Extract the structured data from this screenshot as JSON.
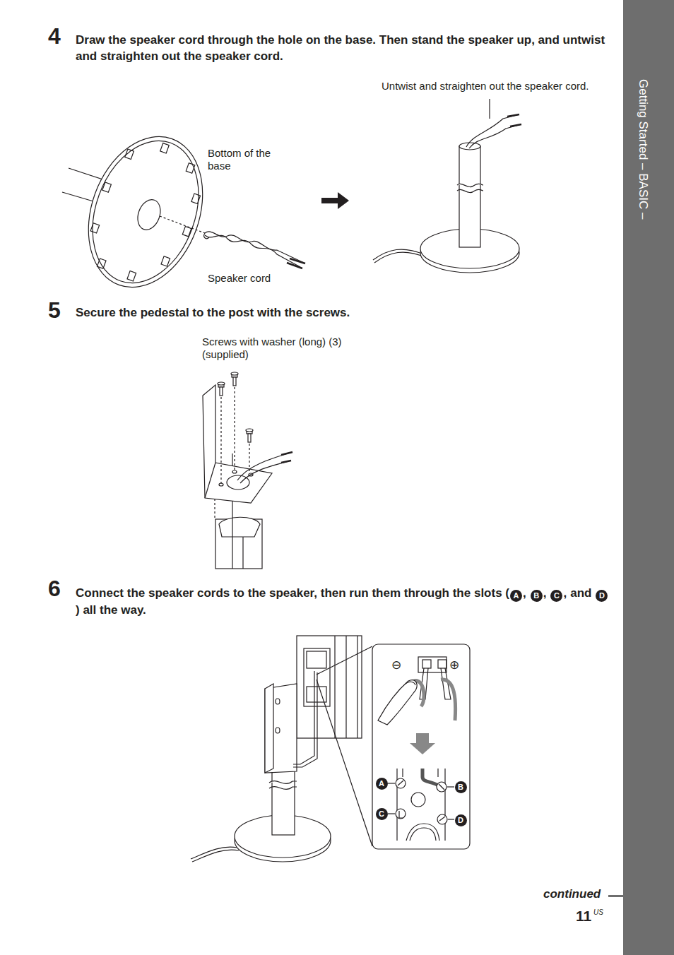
{
  "diagram": {
    "nodes": [
      {
        "text": [
          "Getting Started – BASIC –"
        ]
      },
      {
        "text": [
          "A"
        ]
      },
      {
        "text": [
          "B"
        ]
      },
      {
        "text": [
          "C"
        ]
      },
      {
        "text": [
          "D"
        ]
      },
      {
        "text": [
          "A"
        ]
      },
      {
        "text": [
          "B"
        ]
      },
      {
        "text": [
          "C"
        ]
      },
      {
        "text": [
          "D"
        ]
      }
    ],
    "labels": [
      "4",
      "Draw the speaker cord through the hole on the base. Then stand the speaker up, and untwist and straighten out the speaker cord.",
      "Untwist and straighten out the speaker cord.",
      "Bottom of the base",
      "Speaker cord",
      "5",
      "Secure the pedestal to the post with the screws.",
      "Screws with washer (long) (3) (supplied)",
      "6",
      "Connect the speaker cords to the speaker, then run them through the slots (",
      ",",
      ",",
      ",",
      "and",
      ") all the way.",
      "⊖",
      "⊕",
      "continued",
      "11",
      "US"
    ]
  }
}
